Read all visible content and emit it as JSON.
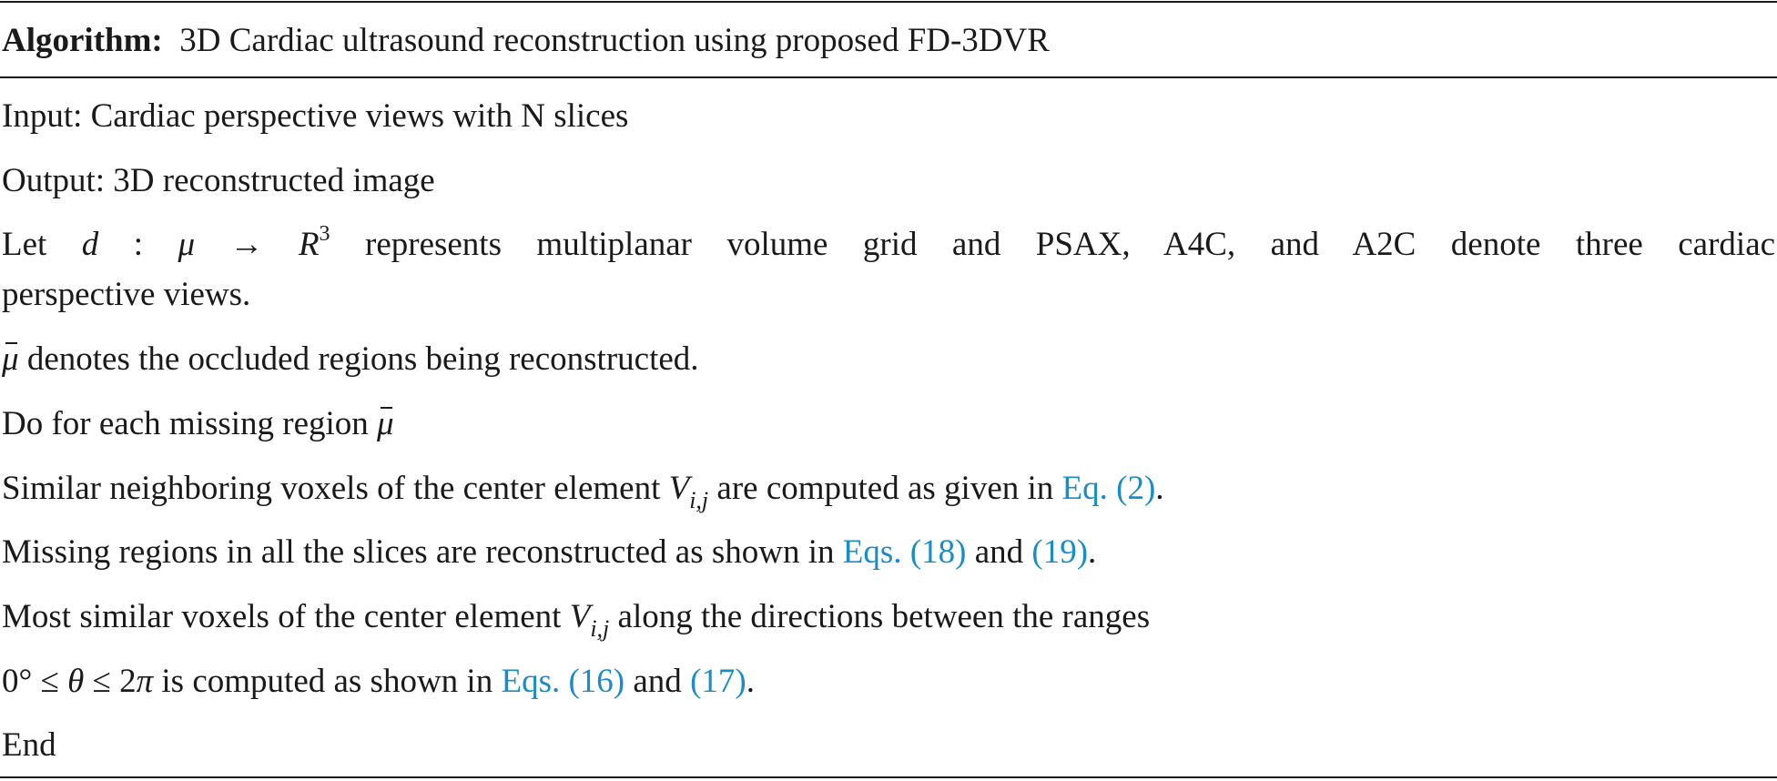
{
  "algorithm": {
    "label": "Algorithm:",
    "title": "3D Cardiac ultrasound reconstruction using proposed FD-3DVR"
  },
  "lines": {
    "input": "Input: Cardiac perspective views with N slices",
    "output": "Output: 3D reconstructed image",
    "let_prefix": "Let",
    "let_d": "d",
    "let_colon": ":",
    "let_mu": "μ",
    "let_arrow": "→",
    "let_R": "R",
    "let_exp": "3",
    "let_rest_1": "represents multiplanar volume grid and PSAX, A4C, and A2C denote three cardiac",
    "let_rest_2": "perspective views.",
    "mubar_symbol": "μ",
    "mubar_text": "denotes the occluded regions being reconstructed.",
    "do_text": "Do for each missing region",
    "do_symbol": "μ",
    "similar_text": "Similar neighboring voxels of the center element",
    "similar_V": "V",
    "similar_sub": "i,j",
    "similar_mid": "are computed as given in",
    "similar_link": "Eq. (2)",
    "similar_end": ".",
    "missing_text": "Missing regions in all the slices are reconstructed as shown in",
    "missing_link1": "Eqs. (18)",
    "missing_and": "and",
    "missing_link2": "(19)",
    "missing_end": ".",
    "most_text": "Most similar voxels of the center element",
    "most_V": "V",
    "most_sub": "i,j",
    "most_rest": "along the directions between the ranges",
    "range_zero": "0°",
    "range_le1": "≤",
    "range_theta": "θ",
    "range_le2": "≤",
    "range_two": "2",
    "range_pi": "π",
    "range_text": "is computed as shown in",
    "range_link1": "Eqs. (16)",
    "range_and": "and",
    "range_link2": "(17)",
    "range_end": ".",
    "end": "End"
  },
  "colors": {
    "text": "#1a1a1a",
    "link": "#1a8cc7"
  }
}
